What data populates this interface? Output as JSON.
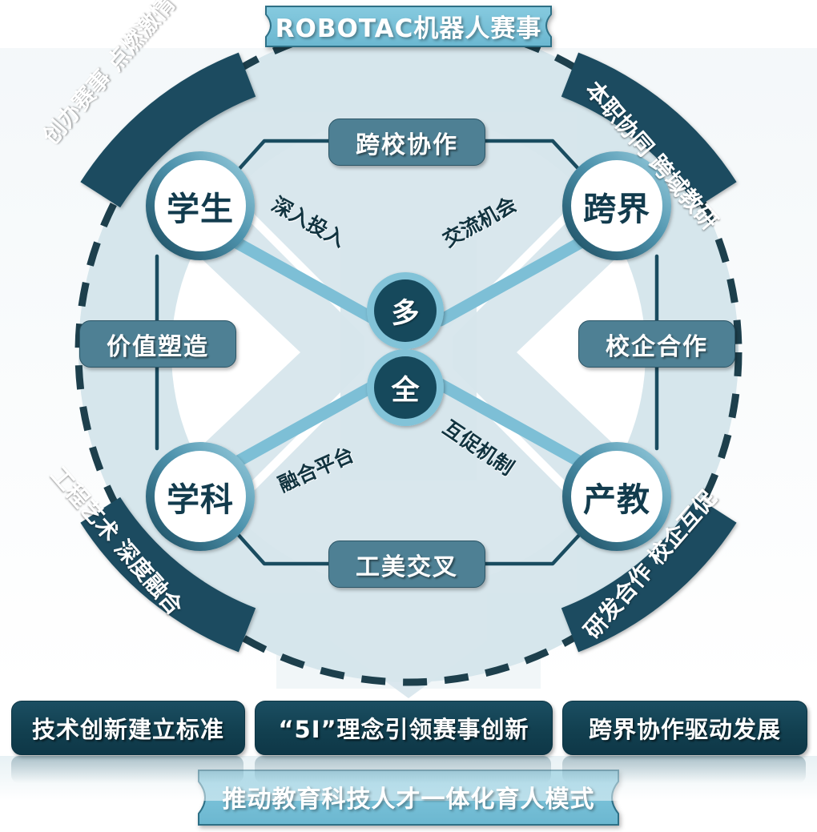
{
  "diagram": {
    "top_ribbon": {
      "text": "ROBOTAC机器人赛事"
    },
    "bottom_ribbon": {
      "text": "推动教育科技人才一体化育人模式"
    },
    "arcs": [
      {
        "id": "arc-top-left",
        "text": "创办赛事  点燃激情"
      },
      {
        "id": "arc-top-right",
        "text": "本职协同  跨域教研"
      },
      {
        "id": "arc-bottom-left",
        "text": "工程艺术  深度融合"
      },
      {
        "id": "arc-bottom-right",
        "text": "研发合作  校企互促"
      }
    ],
    "nodes": [
      {
        "id": "node-student",
        "label": "学生"
      },
      {
        "id": "node-cross",
        "label": "跨界"
      },
      {
        "id": "node-subject",
        "label": "学科"
      },
      {
        "id": "node-industry",
        "label": "产教"
      }
    ],
    "core_nodes": [
      {
        "id": "core-duo",
        "label": "多"
      },
      {
        "id": "core-quan",
        "label": "全"
      }
    ],
    "edge_labels": [
      {
        "id": "edge-student-duo",
        "text": "深入投入"
      },
      {
        "id": "edge-duo-cross",
        "text": "交流机会"
      },
      {
        "id": "edge-subject-quan",
        "text": "融合平台"
      },
      {
        "id": "edge-quan-industry",
        "text": "互促机制"
      }
    ],
    "pills": [
      {
        "id": "pill-top",
        "text": "跨校协作"
      },
      {
        "id": "pill-left",
        "text": "价值塑造"
      },
      {
        "id": "pill-right",
        "text": "校企合作"
      },
      {
        "id": "pill-bottom",
        "text": "工美交叉"
      }
    ],
    "outcome_boxes": [
      {
        "id": "outbox-0",
        "text": "技术创新建立标准"
      },
      {
        "id": "outbox-1",
        "text": "“5I”理念引领赛事创新"
      },
      {
        "id": "outbox-2",
        "text": "跨界协作驱动发展"
      }
    ],
    "colors": {
      "dark_teal": "#17495c",
      "mid_teal": "#4e8094",
      "light_blue": "#7dbfd6",
      "pale_blue": "#d7e6ec",
      "ribbon_blue": "#72bed6",
      "white": "#ffffff"
    }
  }
}
